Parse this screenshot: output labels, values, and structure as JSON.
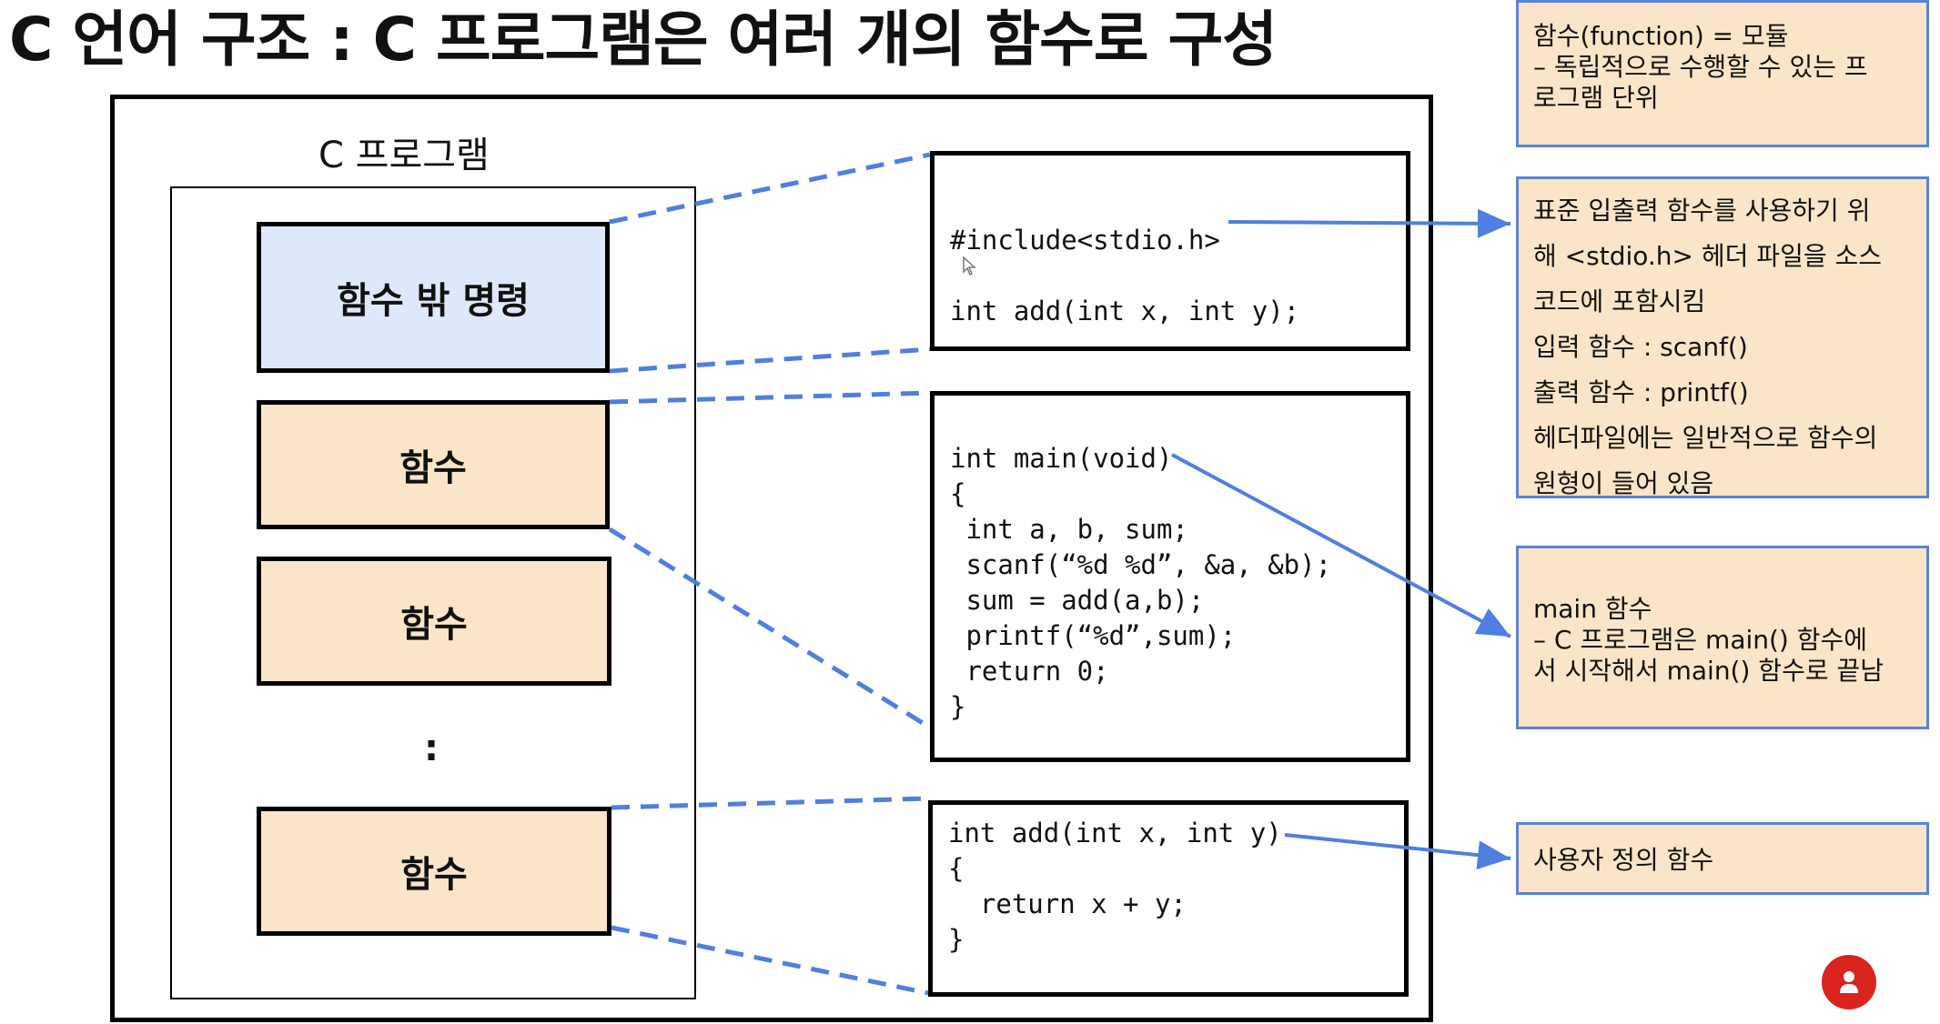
{
  "title": "C 언어 구조 : C 프로그램은 여러 개의 함수로 구성",
  "program_label": "C 프로그램",
  "blocks": [
    "함수 밖 명령",
    "함수",
    "함수",
    "함수"
  ],
  "ellipsis": ":",
  "code": [
    "#include<stdio.h>\nint add(int x, int y);",
    "int main(void)\n{\n int a, b, sum;\n scanf(“%d %d”, &a, &b);\n sum = add(a,b);\n printf(“%d”,sum);\n return 0;\n}",
    "int add(int x, int y)\n{\n  return x + y;\n}"
  ],
  "notes": [
    [
      "함수(function) = 모듈",
      "– 독립적으로 수행할 수 있는 프",
      "로그램 단위"
    ],
    [
      "표준 입출력 함수를 사용하기 위",
      "해 <stdio.h> 헤더 파일을 소스",
      "코드에 포함시킴",
      "입력 함수 : scanf()",
      "출력 함수 : printf()",
      "헤더파일에는 일반적으로 함수의",
      "원형이 들어 있음"
    ],
    [
      "main 함수",
      "– C 프로그램은 main() 함수에",
      "서 시작해서 main() 함수로 끝남"
    ],
    [
      "사용자 정의 함수"
    ]
  ],
  "colors": {
    "connector": "#4f7fe0",
    "note_border": "#5b82d8",
    "note_fill": "#fbe5c8",
    "block_fill": "#fbe5c8",
    "block_highlight": "#dde9fa",
    "avatar": "#d9231d"
  },
  "icons": [
    "mouse-cursor-icon",
    "presenter-avatar-icon"
  ]
}
